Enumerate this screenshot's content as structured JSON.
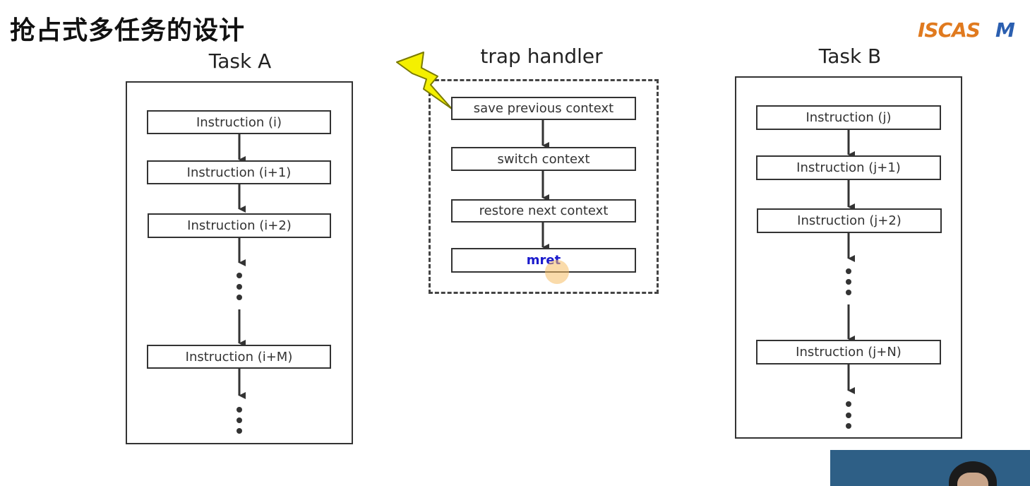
{
  "slide": {
    "title": "抢占式多任务的设计"
  },
  "logo": {
    "text": "ISCAS",
    "tail": "M"
  },
  "task_a": {
    "title": "Task A",
    "instructions": [
      "Instruction (i)",
      "Instruction (i+1)",
      "Instruction (i+2)",
      "Instruction (i+M)"
    ]
  },
  "trap_handler": {
    "title": "trap handler",
    "steps": [
      "save previous context",
      "switch context",
      "restore next context",
      "mret"
    ]
  },
  "task_b": {
    "title": "Task B",
    "instructions": [
      "Instruction (j)",
      "Instruction (j+1)",
      "Instruction (j+2)",
      "Instruction (j+N)"
    ]
  },
  "colors": {
    "line": "#333333",
    "mret_text": "#1a1acc",
    "lightning_fill": "#f4f000",
    "lightning_stroke": "#7a7a00",
    "logo_orange": "#e07a1f",
    "logo_blue": "#2b5fb0"
  },
  "icons": {
    "interrupt": "lightning-bolt-icon"
  }
}
